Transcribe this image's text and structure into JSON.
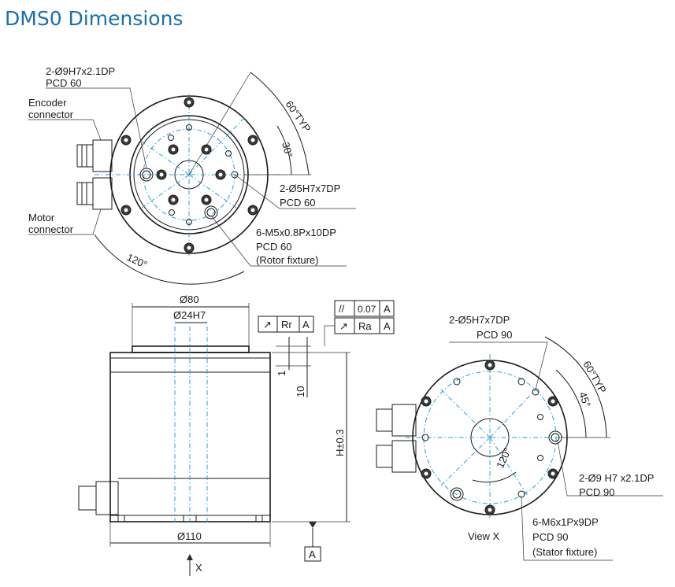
{
  "title": "DMS0 Dimensions",
  "top_view": {
    "label_h9": [
      "2-Ø9H7x2.1DP",
      "PCD 60"
    ],
    "encoder": [
      "Encoder",
      "connector"
    ],
    "motor": [
      "Motor",
      "connector"
    ],
    "angle_60": "60°TYP",
    "angle_30": "30°",
    "angle_120": "120°",
    "label_h5": [
      "2-Ø5H7x7DP",
      "PCD 60"
    ],
    "label_m5": [
      "6-M5x0.8Px10DP",
      "PCD 60",
      "(Rotor fixture)"
    ]
  },
  "side_view": {
    "d80": "Ø80",
    "d24": "Ø24H7",
    "d110": "Ø110",
    "dim_1": "1",
    "dim_10": "10",
    "dim_h": "H±0.3",
    "tol_rr": {
      "symbol": "↗",
      "ref": "Rr",
      "datum": "A"
    },
    "tol_par": {
      "symbol": "//",
      "value": "0.07",
      "datum": "A"
    },
    "tol_ra": {
      "symbol": "↗",
      "ref": "Ra",
      "datum": "A"
    },
    "datum_a": "A",
    "view_arrow": "X"
  },
  "bottom_view": {
    "label_h5": [
      "2-Ø5H7x7DP",
      "PCD 90"
    ],
    "angle_60": "60°TYP",
    "angle_45": "45°",
    "angle_120": "120°",
    "label_h9": [
      "2-Ø9 H7 x2.1DP",
      "PCD 90"
    ],
    "label_m6": [
      "6-M6x1Px9DP",
      "PCD 90",
      "(Stator fixture)"
    ],
    "view_name": "View X"
  }
}
